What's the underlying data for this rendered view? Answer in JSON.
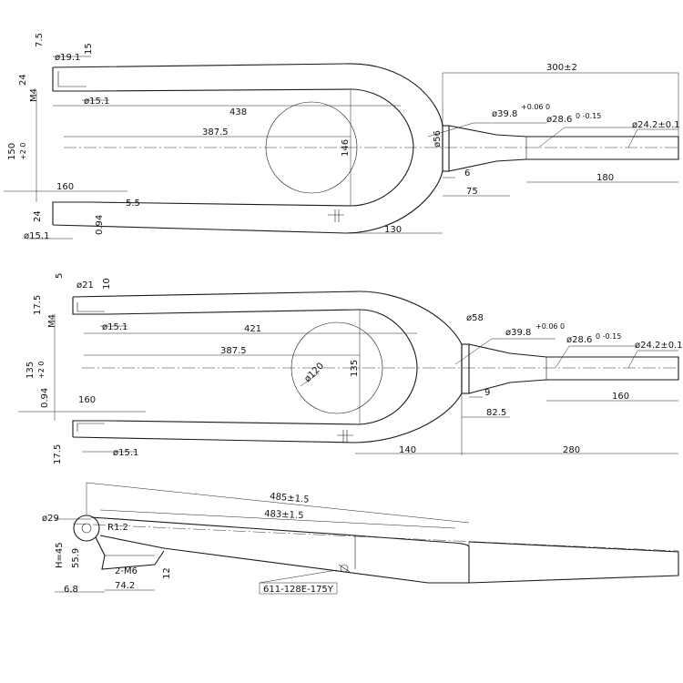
{
  "views": {
    "top": {
      "d_tip": "ø19.1",
      "d_hole_a": "ø15.1",
      "d_hole_b": "ø15.1",
      "t75": "7.5",
      "t15": "15",
      "t24a": "24",
      "m4": "M4",
      "l438": "438",
      "l3875": "387.5",
      "h146": "146",
      "h150": "150",
      "h150tol": "+2 0",
      "d56": "ø56",
      "d398": "ø39.8",
      "d398tol": "+0.06 0",
      "d286": "ø28.6",
      "d286tol": "0 -0.15",
      "d242": "ø24.2±0.1",
      "l300": "300±2",
      "l180": "180",
      "l6": "6",
      "l75": "75",
      "l130": "130",
      "l160": "160",
      "t24b": "24",
      "t094": "0.94",
      "t55": "5.5"
    },
    "mid": {
      "t5": "5",
      "d21": "ø21",
      "t10": "10",
      "t175a": "17.5",
      "m4": "M4",
      "d151a": "ø15.1",
      "l421": "421",
      "l3875": "387.5",
      "d120": "ø120",
      "h135": "135",
      "h135b": "135",
      "h135tol": "+2 0",
      "d58": "ø58",
      "d398": "ø39.8",
      "d398tol": "+0.06 0",
      "d286": "ø28.6",
      "d286tol": "0 -0.15",
      "d242": "ø24.2±0.1",
      "t094": "0.94",
      "l160a": "160",
      "l9": "9",
      "l825": "82.5",
      "l160b": "160",
      "t175b": "17.5",
      "d151b": "ø15.1",
      "l140": "140",
      "l280": "280"
    },
    "side": {
      "l485": "485±1.5",
      "l483": "483±1.5",
      "d29": "ø29",
      "r12": "R1.2",
      "h45": "H=45",
      "h559": "55.9",
      "m6": "2-M6",
      "l12": "12",
      "l68": "6.8",
      "l742": "74.2",
      "part_no": "611-128E-175Y"
    }
  }
}
